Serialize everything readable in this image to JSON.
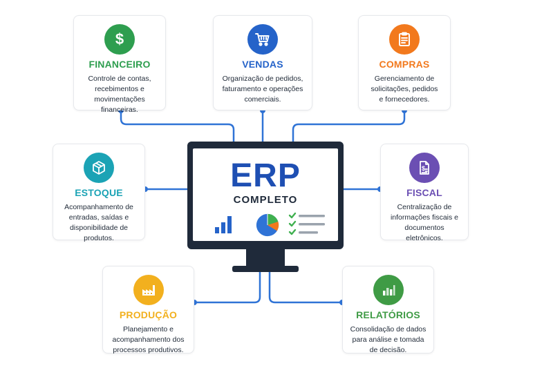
{
  "center": {
    "title": "ERP",
    "subtitle": "COMPLETO"
  },
  "modules": [
    {
      "key": "financeiro",
      "title": "FINANCEIRO",
      "description_lines": [
        "Controle de contas,",
        "recebimentos e",
        "movimentações",
        "financeiras."
      ],
      "color": "#2e9e4f",
      "icon": "dollar-icon"
    },
    {
      "key": "vendas",
      "title": "VENDAS",
      "description_lines": [
        "Organização de pedidos,",
        "faturamento e operações",
        "comerciais."
      ],
      "color": "#2563c9",
      "icon": "shopping-cart-icon"
    },
    {
      "key": "compras",
      "title": "COMPRAS",
      "description_lines": [
        "Gerenciamento de",
        "solicitações, pedidos",
        "e fornecedores."
      ],
      "color": "#f2791d",
      "icon": "clipboard-icon"
    },
    {
      "key": "estoque",
      "title": "ESTOQUE",
      "description_lines": [
        "Acompanhamento de",
        "entradas, saídas e",
        "disponibilidade de",
        "produtos."
      ],
      "color": "#1ba3b5",
      "icon": "box-icon"
    },
    {
      "key": "fiscal",
      "title": "FISCAL",
      "description_lines": [
        "Centralização de",
        "informações fiscais e",
        "documentos eletrônicos."
      ],
      "color": "#6b4fb3",
      "icon": "document-dollar-icon"
    },
    {
      "key": "producao",
      "title": "PRODUÇÃO",
      "description_lines": [
        "Planejamento e",
        "acompanhamento dos",
        "processos produtivos."
      ],
      "color": "#f2b01e",
      "icon": "factory-icon"
    },
    {
      "key": "relatorios",
      "title": "RELATÓRIOS",
      "description_lines": [
        "Consolidação de dados",
        "para análise e tomada",
        "de decisão."
      ],
      "color": "#3f9b45",
      "icon": "bar-chart-icon"
    }
  ],
  "colors": {
    "connector": "#2f73d6",
    "monitor": "#1f2a3a",
    "erp_title": "#1e4fb3"
  }
}
